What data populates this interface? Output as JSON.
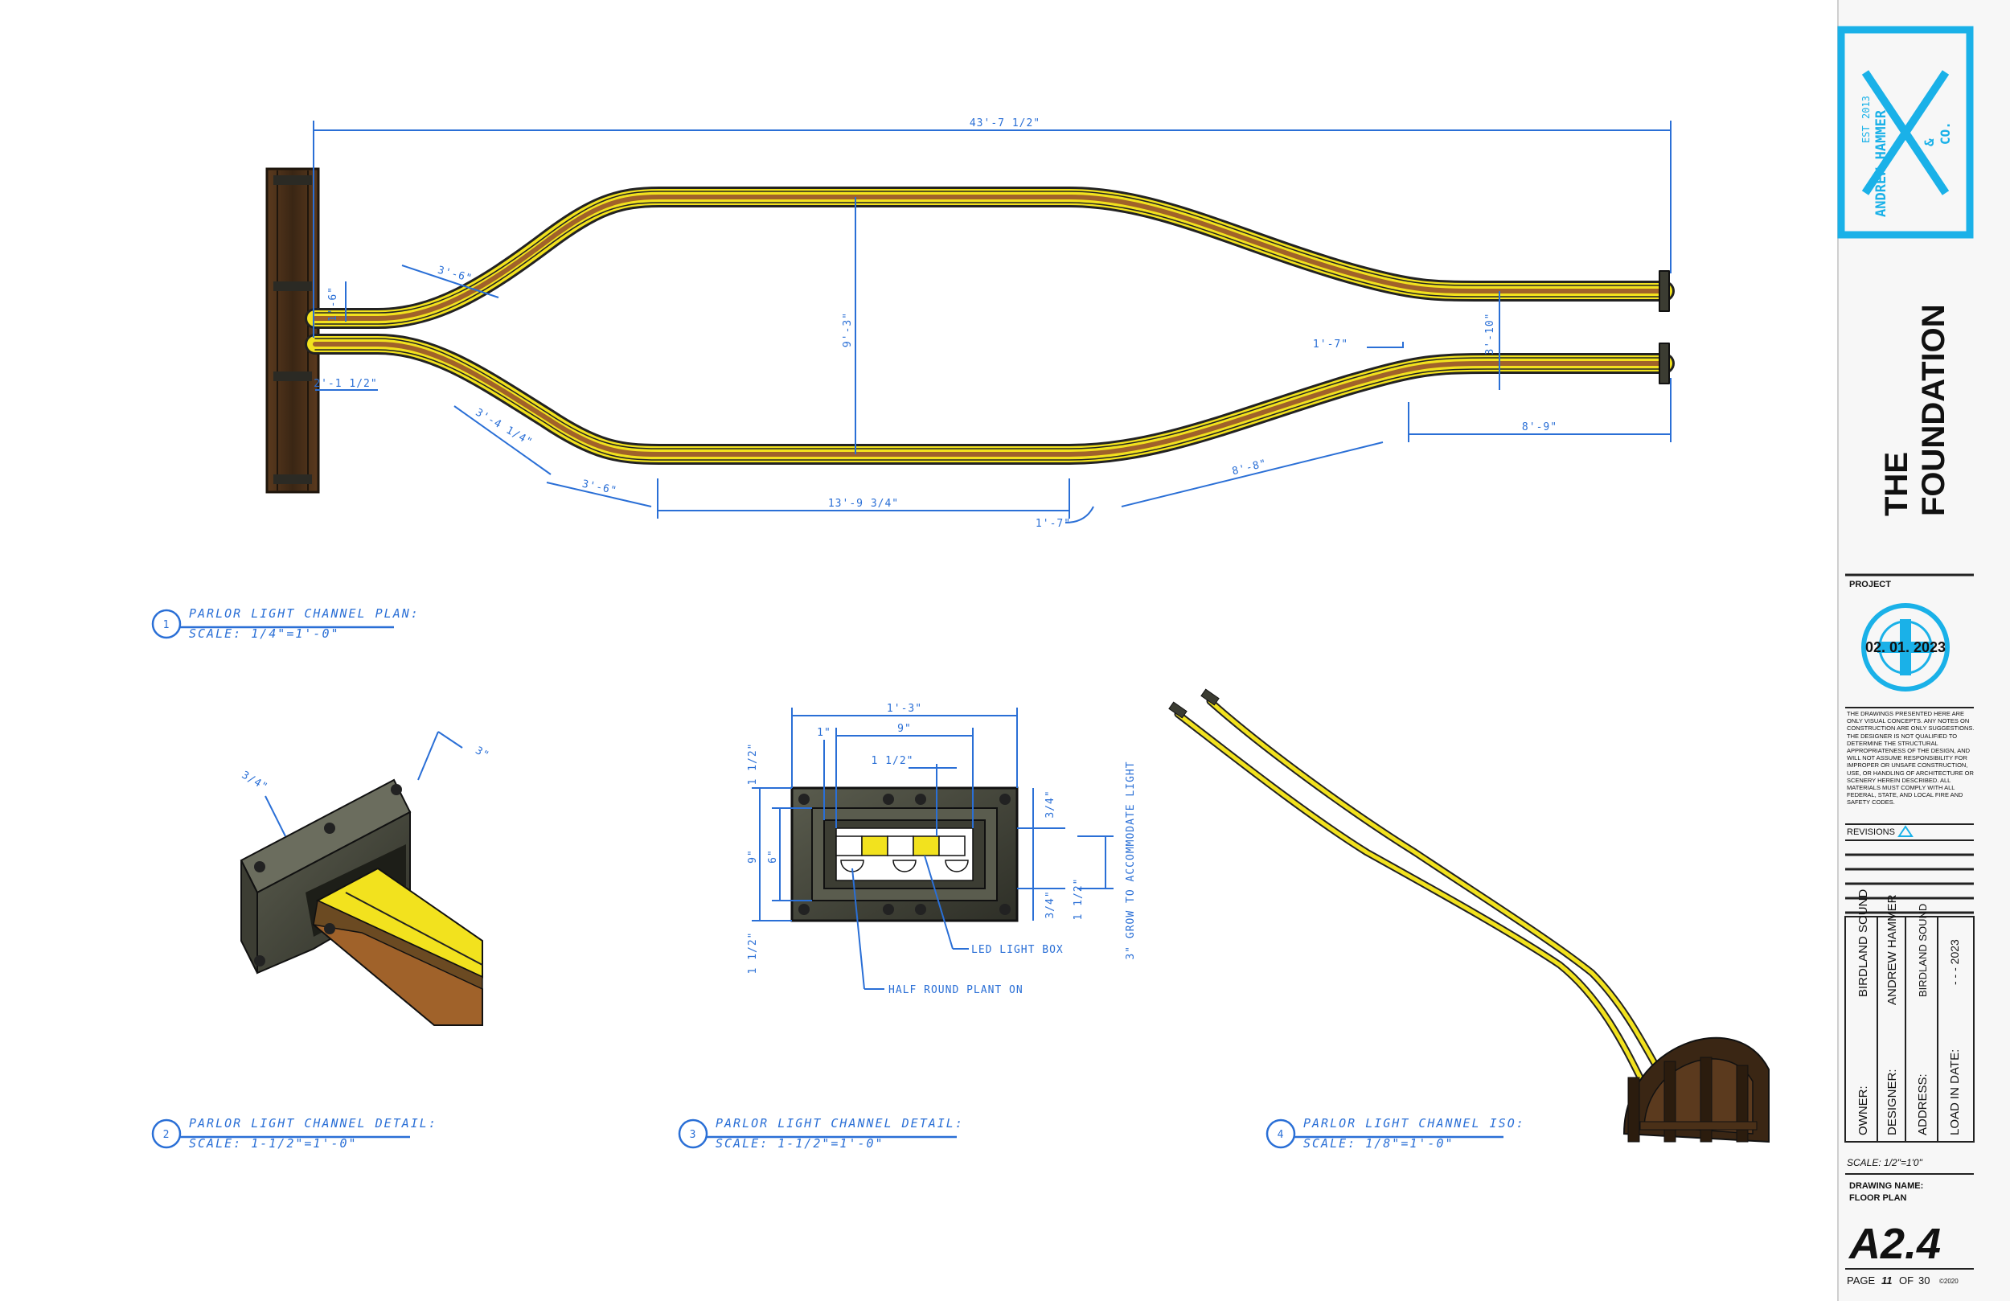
{
  "plan": {
    "dims": {
      "overall": "43'-7 1/2\"",
      "d1": "1'-6\"",
      "d2": "3'-6\"",
      "d3": "2'-1 1/2\"",
      "d4": "3'-4 1/4\"",
      "d5": "3'-6\"",
      "d6": "13'-9 3/4\"",
      "d7": "1'-7\"",
      "d8": "8'-8\"",
      "d9": "9'-3\"",
      "d10": "1'-7\"",
      "d11": "3'-10\"",
      "d12": "8'-9\""
    }
  },
  "labels": [
    {
      "num": "1",
      "title": "PARLOR LIGHT CHANNEL PLAN:",
      "scale": "SCALE: 1/4\"=1'-0\""
    },
    {
      "num": "2",
      "title": "PARLOR LIGHT CHANNEL DETAIL:",
      "scale": "SCALE: 1-1/2\"=1'-0\""
    },
    {
      "num": "3",
      "title": "PARLOR LIGHT CHANNEL DETAIL:",
      "scale": "SCALE: 1-1/2\"=1'-0\""
    },
    {
      "num": "4",
      "title": "PARLOR LIGHT CHANNEL ISO:",
      "scale": "SCALE: 1/8\"=1'-0\""
    }
  ],
  "detail2": {
    "dim_a": "3/4\"",
    "dim_b": "3\""
  },
  "detail3": {
    "dim_top": "1'-3\"",
    "dim_9": "9\"",
    "dim_1": "1\"",
    "dim_112": "1 1/2\"",
    "dim_left_top": "1 1/2\"",
    "dim_left_9": "9\"",
    "dim_left_6": "6\"",
    "dim_left_bot": "1 1/2\"",
    "dim_right_34a": "3/4\"",
    "dim_right_34b": "3/4\"",
    "dim_right_112": "1 1/2\"",
    "note_grow": "3\" GROW TO ACCOMMODATE LIGHT",
    "note_led": "LED LIGHT BOX",
    "note_half": "HALF ROUND PLANT ON"
  },
  "titleblock": {
    "logo": {
      "name": "ANDREW HAMMER",
      "amp": "&",
      "co": "CO.",
      "est": "EST",
      "year": "2013"
    },
    "project_title_1": "THE",
    "project_title_2": "FOUNDATION",
    "project_label": "PROJECT",
    "date": "02. 01. 2023",
    "disclaimer": "THE DRAWINGS PRESENTED HERE ARE ONLY VISUAL CONCEPTS. ANY NOTES ON CONSTRUCTION ARE ONLY SUGGESTIONS. THE DESIGNER IS NOT QUALIFIED TO DETERMINE THE STRUCTURAL APPROPRIATENESS OF THE DESIGN, AND WILL NOT ASSUME RESPONSIBILITY FOR IMPROPER OR UNSAFE CONSTRUCTION, USE, OR HANDLING OF ARCHITECTURE OR SCENERY HEREIN DESCRIBED. ALL MATERIALS MUST COMPLY WITH ALL FEDERAL, STATE, AND LOCAL FIRE AND SAFETY CODES.",
    "revisions": "REVISIONS",
    "owner_label": "OWNER:",
    "owner_value": "BIRDLAND SOUND",
    "designer_label": "DESIGNER:",
    "designer_value": "ANDREW HAMMER",
    "address_label": "ADDRESS:",
    "address_value": "BIRDLAND SOUND",
    "load_label": "LOAD IN DATE:",
    "load_value": "- - - 2023",
    "scale": "SCALE: 1/2\"=1'0\"",
    "drawing_name_label": "DRAWING NAME:",
    "drawing_name": "FLOOR PLAN",
    "sheet_number": "A2.4",
    "page_label": "PAGE",
    "page_num": "11",
    "page_of": "OF",
    "page_total": "30",
    "copyright": "©2020"
  },
  "colors": {
    "dimension_blue": "#2a6fd6",
    "logo_cyan": "#1ab1e8",
    "channel_yellow": "#f2e21e",
    "channel_wood": "#a0622a",
    "frame_dark": "#3b3c32"
  }
}
